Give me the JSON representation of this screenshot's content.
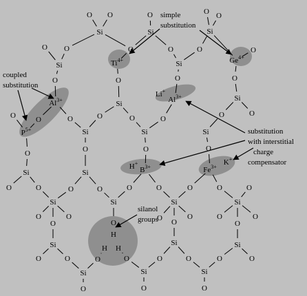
{
  "annotations": {
    "simple_substitution": [
      "simple",
      "substitution"
    ],
    "coupled_substitution": [
      "coupled",
      "substitution"
    ],
    "interstitial": [
      "substitution",
      "with interstitial",
      "charge",
      "compensator"
    ],
    "silanol": [
      "silanol",
      "groups"
    ]
  },
  "labels": {
    "si": "Si",
    "o": "O",
    "h": "H",
    "ti": "Ti",
    "ti_charge": "4+",
    "ge": "Ge",
    "ge_charge": "4+",
    "al": "Al",
    "al_charge": "3+",
    "p": "P",
    "p_charge": "5+",
    "li": "Li",
    "h_ion": "H",
    "k": "K",
    "plus": "+",
    "b": "B",
    "b_charge": "3+",
    "fe": "Fe",
    "fe_charge": "3+"
  },
  "colors": {
    "background": "#c0c0c0",
    "highlight": "#8f8f8f",
    "ink": "#000000"
  }
}
